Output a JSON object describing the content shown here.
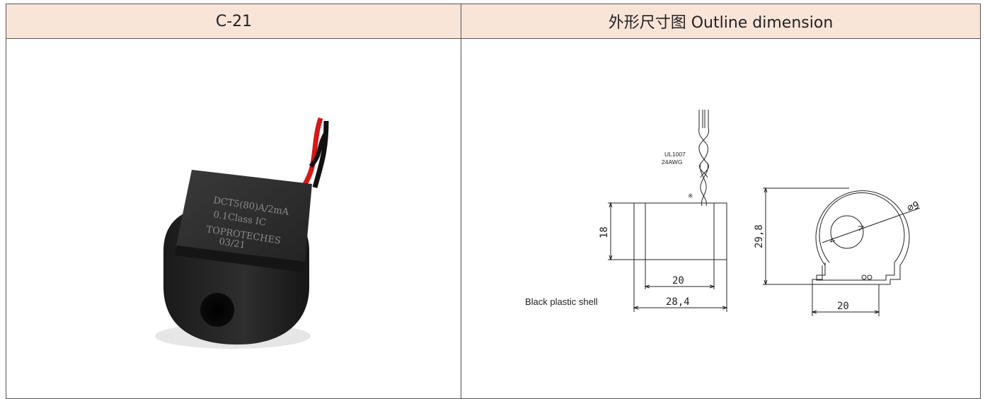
{
  "header": {
    "model": "C-21",
    "outline_title": "外形尺寸图  Outline dimension"
  },
  "product": {
    "marking_line1": "DCT5(80)A/2mA",
    "marking_line2": "0.1Class IC",
    "marking_line3": "TOPROTECHES",
    "marking_line4": "03/21"
  },
  "drawing": {
    "wire_spec_1": "UL1007",
    "wire_spec_2": "24AWG",
    "mark_symbol": "※",
    "dim_height": "18",
    "dim_inner_width": "20",
    "dim_outer_width": "28,4",
    "shell_label": "Black plastic shell",
    "dim_total_height": "29,8",
    "dim_hole": "⌀9",
    "dim_base_width": "20"
  }
}
